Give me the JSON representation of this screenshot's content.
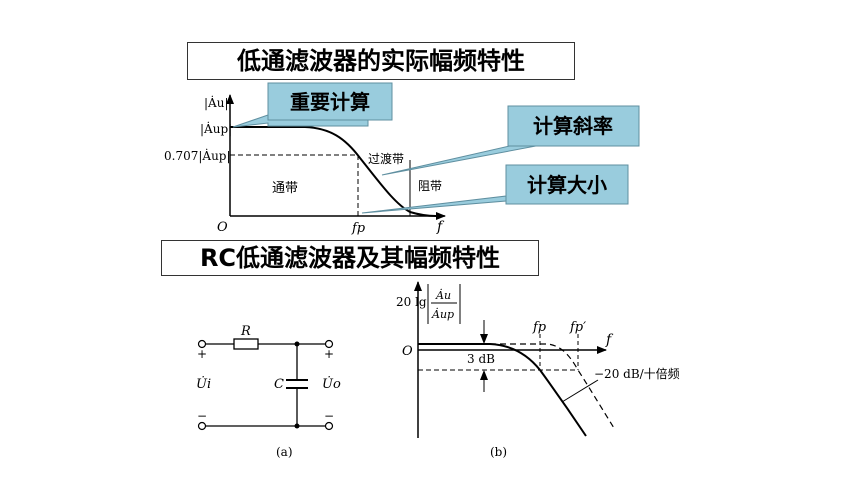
{
  "title_top": "低通滤波器的实际幅频特性",
  "title_bottom": "RC低通滤波器及其幅频特性",
  "callouts": {
    "important_calc": "重要计算",
    "slope_calc": "计算斜率",
    "size_calc": "计算大小"
  },
  "graph_a": {
    "y_axis_label": "|Ȧu|",
    "y_passband_label": "|Ȧup|",
    "y_0707_label": "0.707|Ȧup|",
    "origin_label": "O",
    "x_axis_label": "f",
    "fp_label": "fp",
    "passband_label": "通带",
    "transition_label": "过渡带",
    "stopband_label": "阻带"
  },
  "circuit": {
    "resistor_label": "R",
    "capacitor_label": "C",
    "input_label": "U̇i",
    "output_label": "U̇o",
    "plus": "+",
    "minus": "−",
    "caption": "(a)"
  },
  "bode": {
    "y_label_prefix": "20 lg",
    "ratio_top": "Ȧu",
    "ratio_bottom": "Ȧup",
    "origin_label": "O",
    "x_axis_label": "f",
    "fp_label": "fp",
    "fp_prime_label": "fp′",
    "db_label": "3 dB",
    "slope_label": "−20 dB/十倍频",
    "caption": "(b)"
  },
  "colors": {
    "callout_fill": "#99ccdd",
    "callout_stroke": "#5f8fa0",
    "line": "#000000"
  }
}
